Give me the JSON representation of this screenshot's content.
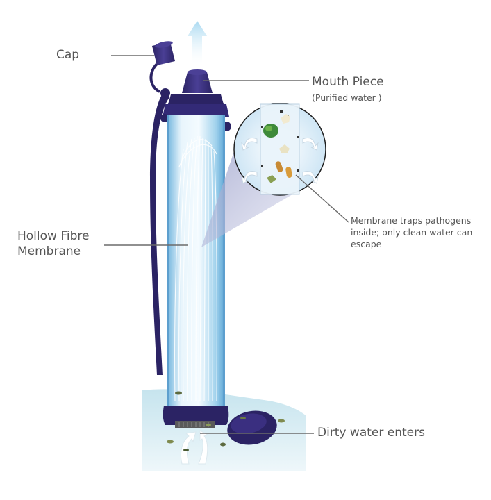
{
  "labels": {
    "cap": "Cap",
    "mouth_piece": "Mouth Piece",
    "purified_water": "(Purified water )",
    "hollow_fibre_line1": "Hollow Fibre",
    "hollow_fibre_line2": "Membrane",
    "membrane_note": "Membrane  traps pathogens inside; only clean water can escape",
    "dirty_water": "Dirty water enters"
  },
  "colors": {
    "body_dark": "#2b2364",
    "body_mid": "#3a2f80",
    "tube_light": "#dbeef8",
    "tube_blue": "#8ec8e8",
    "water": "#cfe8ef",
    "arrow": "#bfe3f3",
    "label_text": "#555555",
    "leader_line": "#6b6b6b"
  }
}
